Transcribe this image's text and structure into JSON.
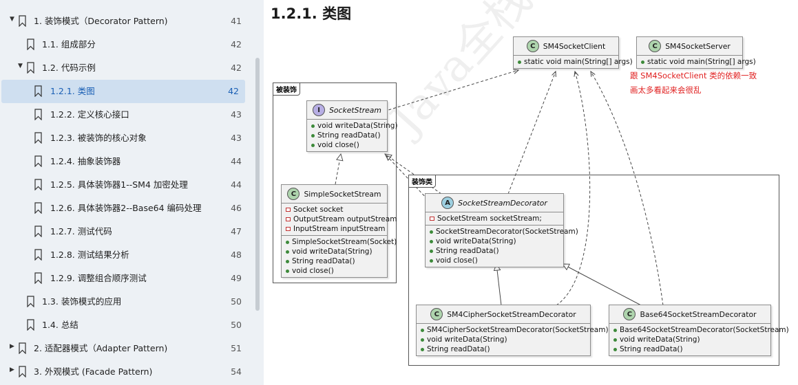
{
  "toc": [
    {
      "label": "1. 装饰模式（Decorator Pattern)",
      "page": "41",
      "arrow": "▼",
      "level": 0,
      "active": false
    },
    {
      "label": "1.1. 组成部分",
      "page": "42",
      "arrow": "",
      "level": 1,
      "active": false
    },
    {
      "label": "1.2. 代码示例",
      "page": "42",
      "arrow": "▼",
      "level": 1,
      "active": false
    },
    {
      "label": "1.2.1. 类图",
      "page": "42",
      "arrow": "",
      "level": 2,
      "active": true
    },
    {
      "label": "1.2.2. 定义核心接口",
      "page": "43",
      "arrow": "",
      "level": 2,
      "active": false
    },
    {
      "label": "1.2.3. 被装饰的核心对象",
      "page": "43",
      "arrow": "",
      "level": 2,
      "active": false
    },
    {
      "label": "1.2.4. 抽象装饰器",
      "page": "44",
      "arrow": "",
      "level": 2,
      "active": false
    },
    {
      "label": "1.2.5. 具体装饰器1--SM4 加密处理",
      "page": "44",
      "arrow": "",
      "level": 2,
      "active": false
    },
    {
      "label": "1.2.6. 具体装饰器2--Base64 编码处理",
      "page": "46",
      "arrow": "",
      "level": 2,
      "active": false
    },
    {
      "label": "1.2.7. 测试代码",
      "page": "47",
      "arrow": "",
      "level": 2,
      "active": false
    },
    {
      "label": "1.2.8. 测试结果分析",
      "page": "48",
      "arrow": "",
      "level": 2,
      "active": false
    },
    {
      "label": "1.2.9. 调整组合顺序测试",
      "page": "49",
      "arrow": "",
      "level": 2,
      "active": false
    },
    {
      "label": "1.3. 装饰模式的应用",
      "page": "50",
      "arrow": "",
      "level": 1,
      "active": false
    },
    {
      "label": "1.4. 总结",
      "page": "50",
      "arrow": "",
      "level": 1,
      "active": false
    },
    {
      "label": "2. 适配器模式（Adapter Pattern)",
      "page": "51",
      "arrow": "▶",
      "level": 0,
      "active": false
    },
    {
      "label": "3. 外观模式 (Facade Pattern)",
      "page": "54",
      "arrow": "▶",
      "level": 0,
      "active": false
    }
  ],
  "page_title": "1.2.1. 类图",
  "watermark": "Java全栈布道",
  "packages": {
    "decorated": "被装饰",
    "decorators": "装饰类"
  },
  "classes": {
    "client": {
      "icon": "C",
      "name": "SM4SocketClient",
      "methods": [
        "static void main(String[] args)"
      ]
    },
    "server": {
      "icon": "C",
      "name": "SM4SocketServer",
      "methods": [
        "static void main(String[] args)"
      ]
    },
    "stream": {
      "icon": "I",
      "name": "SocketStream",
      "methods": [
        "void writeData(String)",
        "String readData()",
        "void close()"
      ]
    },
    "simple": {
      "icon": "C",
      "name": "SimpleSocketStream",
      "fields": [
        "Socket socket",
        "OutputStream outputStream",
        "InputStream inputStream"
      ],
      "methods": [
        "SimpleSocketStream(Socket)",
        "void writeData(String)",
        "String readData()",
        "void close()"
      ]
    },
    "decorator": {
      "icon": "A",
      "name": "SocketStreamDecorator",
      "fields": [
        "SocketStream socketStream;"
      ],
      "methods": [
        "SocketStreamDecorator(SocketStream)",
        "void writeData(String)",
        "String readData()",
        "void close()"
      ]
    },
    "sm4": {
      "icon": "C",
      "name": "SM4CipherSocketStreamDecorator",
      "methods": [
        "SM4CipherSocketStreamDecorator(SocketStream)",
        "void writeData(String)",
        "String readData()"
      ]
    },
    "base64": {
      "icon": "C",
      "name": "Base64SocketStreamDecorator",
      "methods": [
        "Base64SocketStreamDecorator(SocketStream)",
        "void writeData(String)",
        "String readData()"
      ]
    }
  },
  "note": {
    "line1": "跟 SM4SocketClient 类的依赖一致",
    "line2": "画太多看起来会很乱"
  },
  "colors": {
    "sidebar_bg": "#edf1f5",
    "active_bg": "#cfdff0",
    "active_text": "#1a5fb4",
    "note": "#e02020",
    "class_icon": "#aed4ad",
    "interface_icon": "#b7aee4",
    "abstract_icon": "#9dcfe0"
  }
}
